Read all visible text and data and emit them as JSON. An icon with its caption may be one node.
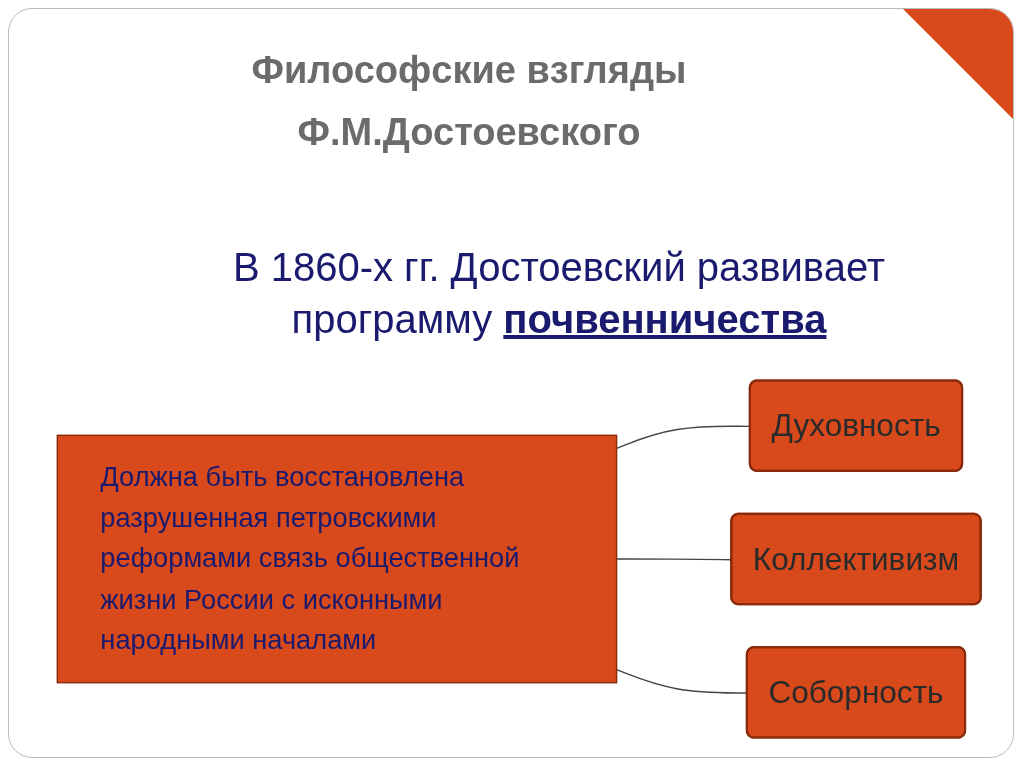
{
  "diagram": {
    "title": "Философские взгляды Ф.М.Достоевского",
    "nodes": [
      {
        "text": [
          "Должна быть восстановлена разрушенная петровскими реформами связь общественной жизни России с исконными народными началами"
        ]
      },
      {
        "text": [
          "Духовность"
        ]
      },
      {
        "text": [
          "Коллективизм"
        ]
      },
      {
        "text": [
          "Соборность"
        ]
      }
    ],
    "edges": [
      {
        "from": 0,
        "to": 1,
        "arrow": "none"
      },
      {
        "from": 0,
        "to": 2,
        "arrow": "none"
      },
      {
        "from": 0,
        "to": 3,
        "arrow": "none"
      }
    ],
    "labels": [
      "В 1860-х гг. Достоевский развивает программу **почвенничества**"
    ]
  }
}
